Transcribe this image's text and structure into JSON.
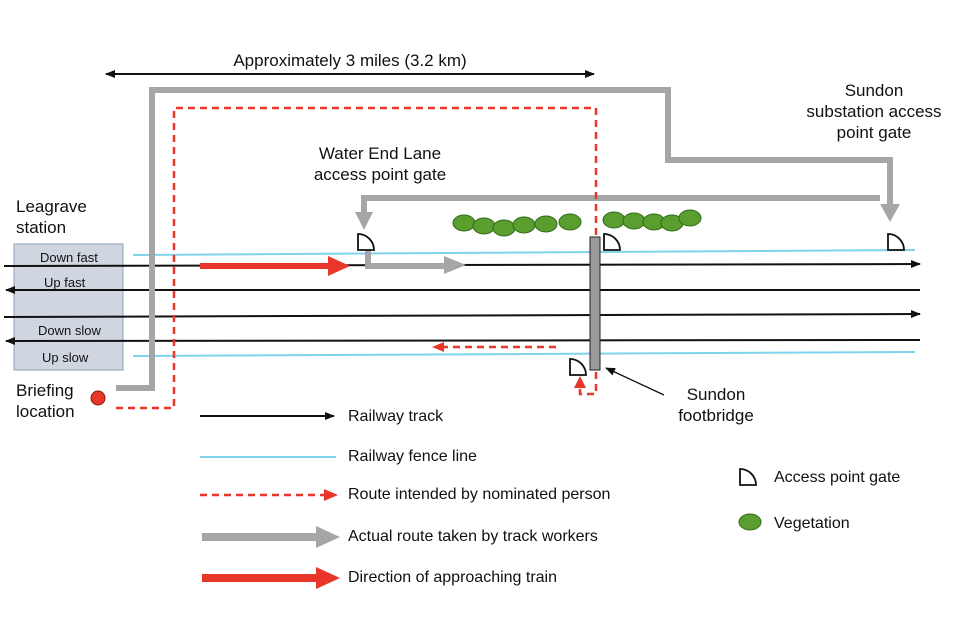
{
  "distance_label": "Approximately 3 miles (3.2 km)",
  "places": {
    "leagrave_station": "Leagrave\nstation",
    "briefing_location": "Briefing\nlocation",
    "water_end_gate": "Water End Lane\naccess point gate",
    "sundon_substation_gate": "Sundon\nsubstation access\npoint gate",
    "sundon_footbridge": "Sundon\nfootbridge"
  },
  "tracks": [
    "Down fast",
    "Up fast",
    "Down slow",
    "Up slow"
  ],
  "legend": {
    "railway_track": "Railway track",
    "fence_line": "Railway fence line",
    "intended_route": "Route intended by nominated person",
    "actual_route": "Actual route taken by track workers",
    "train_direction": "Direction of approaching train",
    "access_gate": "Access point gate",
    "vegetation": "Vegetation"
  },
  "colors": {
    "track": "#111111",
    "fence": "#7fd3ea",
    "intended_route": "#e8362a",
    "actual_route": "#a6a6a6",
    "train_direction": "#e8362a",
    "vegetation": "#5a9e2f",
    "station_fill": "#cfd6df",
    "footbridge": "#9a9a9a"
  }
}
